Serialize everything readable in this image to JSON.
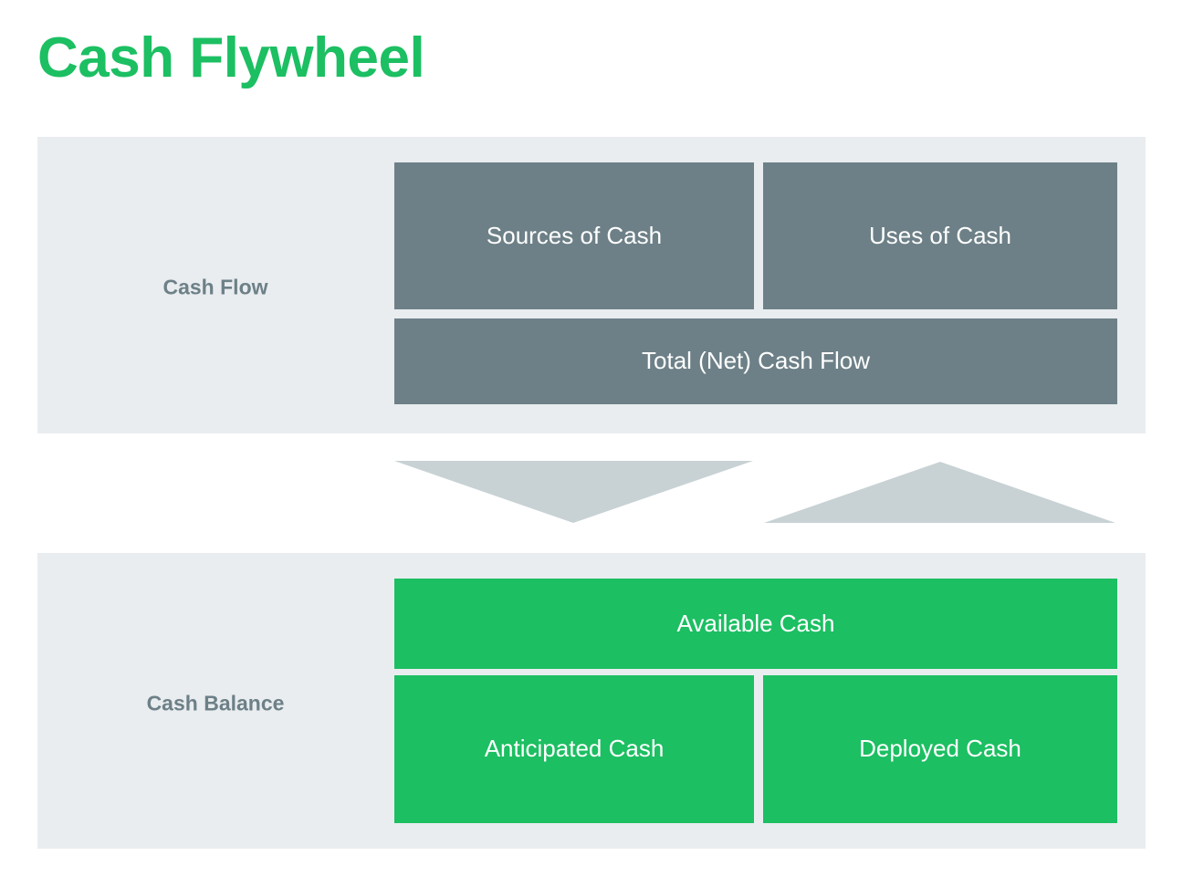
{
  "page": {
    "title": "Cash Flywheel",
    "background_color": "#ffffff"
  },
  "colors": {
    "title_green": "#1cbf62",
    "panel_background": "#e9edf0",
    "gray_box": "#6d8087",
    "green_box": "#1cbf62",
    "arrow": "#c8d2d4",
    "label_text": "#6d8087",
    "box_text": "#ffffff"
  },
  "sections": [
    {
      "id": "cash-flow",
      "label": "Cash Flow",
      "boxes": [
        {
          "id": "sources-of-cash",
          "label": "Sources of Cash",
          "style": "gray"
        },
        {
          "id": "uses-of-cash",
          "label": "Uses of Cash",
          "style": "gray"
        },
        {
          "id": "total-net-cash-flow",
          "label": "Total (Net) Cash Flow",
          "style": "gray"
        }
      ]
    },
    {
      "id": "cash-balance",
      "label": "Cash Balance",
      "boxes": [
        {
          "id": "available-cash",
          "label": "Available Cash",
          "style": "green"
        },
        {
          "id": "anticipated-cash",
          "label": "Anticipated Cash",
          "style": "green"
        },
        {
          "id": "deployed-cash",
          "label": "Deployed Cash",
          "style": "green"
        }
      ]
    }
  ],
  "connectors": [
    {
      "id": "down-arrow",
      "icon": "arrow-down-icon",
      "direction": "down",
      "color": "#c8d2d4"
    },
    {
      "id": "up-arrow",
      "icon": "arrow-up-icon",
      "direction": "up",
      "color": "#c8d2d4"
    }
  ]
}
